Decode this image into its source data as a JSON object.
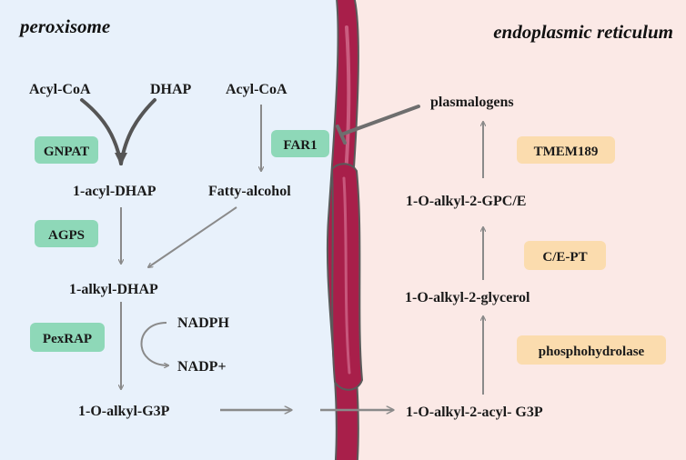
{
  "compartments": {
    "left": "peroxisome",
    "right": "endoplasmic reticulum"
  },
  "molecules": {
    "acyl_coa_1": "Acyl-CoA",
    "dhap": "DHAP",
    "acyl_coa_2": "Acyl-CoA",
    "acyl_dhap": "1-acyl-DHAP",
    "fatty_alcohol": "Fatty-alcohol",
    "alkyl_dhap": "1-alkyl-DHAP",
    "nadph": "NADPH",
    "nadp": "NADP+",
    "alkyl_g3p": "1-O-alkyl-G3P",
    "plasmalogens": "plasmalogens",
    "alkyl_gpce": "1-O-alkyl-2-GPC/E",
    "alkyl_glycerol": "1-O-alkyl-2-glycerol",
    "alkyl_acyl_g3p": "1-O-alkyl-2-acyl- G3P"
  },
  "enzymes": {
    "gnpat": "GNPAT",
    "far1": "FAR1",
    "agps": "AGPS",
    "pexrap": "PexRAP",
    "tmem189": "TMEM189",
    "cept": "C/E-PT",
    "phosphohydrolase": "phosphohydrolase"
  },
  "colors": {
    "peroxisome_bg": "#e8f1fb",
    "er_bg": "#fbe9e6",
    "peroxisome_enzyme": "#8ed8b8",
    "er_enzyme": "#fbdcae",
    "membrane": "#a81f4a",
    "arrow": "#8a8a8a"
  }
}
